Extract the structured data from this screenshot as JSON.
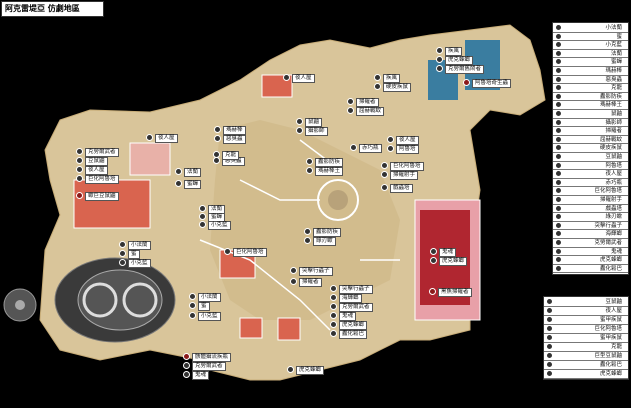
{
  "title": "阿克雷堤亞 仿劇地區",
  "colors": {
    "background": "#000000",
    "terrain": "#d9c59a",
    "room": "#d9644f",
    "roomAlt": "#e8b1a8",
    "boss": "#b02630",
    "water": "#3a7da0"
  },
  "map_labels": [
    {
      "text": "夜人屋",
      "icon": "dark"
    },
    {
      "text": "疾風",
      "icon": "dark"
    },
    {
      "text": "虎克蜂螂",
      "icon": "dark"
    },
    {
      "text": "克勞爾舊鬧者",
      "icon": "dark"
    },
    {
      "text": "阿魯塔奇生蟲",
      "icon": "red"
    },
    {
      "text": "疾風",
      "icon": "dark"
    },
    {
      "text": "硬皮疾鼠",
      "icon": "dark"
    },
    {
      "text": "掃羅者",
      "icon": "dark"
    },
    {
      "text": "屈赫戰蚊",
      "icon": "dark"
    },
    {
      "text": "夜人屋",
      "icon": "dark"
    },
    {
      "text": "惡臭蟲",
      "icon": "dark"
    },
    {
      "text": "瑪赫棒",
      "icon": "dark"
    },
    {
      "text": "鼠鼬",
      "icon": "dark"
    },
    {
      "text": "攝影師",
      "icon": "dark"
    },
    {
      "text": "夜人屋",
      "icon": "dark"
    },
    {
      "text": "阿魯塔",
      "icon": "dark"
    },
    {
      "text": "克勞爾武者",
      "icon": "dark"
    },
    {
      "text": "豆鼠鼬",
      "icon": "dark"
    },
    {
      "text": "夜人屋",
      "icon": "dark"
    },
    {
      "text": "巨化阿魯塔",
      "icon": "dark"
    },
    {
      "text": "蠍巨豆鼠鼬",
      "icon": "red"
    },
    {
      "text": "惡臭蟲",
      "icon": "dark"
    },
    {
      "text": "克龍",
      "icon": "dark"
    },
    {
      "text": "赤巧瓶",
      "icon": "dark"
    },
    {
      "text": "蠹影防疾",
      "icon": "dark"
    },
    {
      "text": "瑪赫棒王",
      "icon": "dark"
    },
    {
      "text": "巨化阿魯塔",
      "icon": "dark"
    },
    {
      "text": "掃羅射手",
      "icon": "dark"
    },
    {
      "text": "法蘭",
      "icon": "dark"
    },
    {
      "text": "蜜蟬",
      "icon": "dark"
    },
    {
      "text": "戲蟲塔",
      "icon": "dark"
    },
    {
      "text": "法蘭",
      "icon": "dark"
    },
    {
      "text": "蜜蟬",
      "icon": "dark"
    },
    {
      "text": "小克藍",
      "icon": "dark"
    },
    {
      "text": "蠹影防疾",
      "icon": "dark"
    },
    {
      "text": "綠刃蠍",
      "icon": "dark"
    },
    {
      "text": "巨化阿魯塔",
      "icon": "dark"
    },
    {
      "text": "小法蘭",
      "icon": "dark"
    },
    {
      "text": "蜜",
      "icon": "dark"
    },
    {
      "text": "小克藍",
      "icon": "dark"
    },
    {
      "text": "鬼魂",
      "icon": "dark"
    },
    {
      "text": "虎克蜂螂",
      "icon": "dark"
    },
    {
      "text": "突擊行蟲子",
      "icon": "dark"
    },
    {
      "text": "掃羅者",
      "icon": "dark"
    },
    {
      "text": "突擊行蟲子",
      "icon": "dark"
    },
    {
      "text": "海輝螂",
      "icon": "dark"
    },
    {
      "text": "克勞爾武者",
      "icon": "dark"
    },
    {
      "text": "鬼魂",
      "icon": "dark"
    },
    {
      "text": "虎克蜂螂",
      "icon": "dark"
    },
    {
      "text": "蠹化鬆巴",
      "icon": "dark"
    },
    {
      "text": "黑魚掃羅者",
      "icon": "red"
    },
    {
      "text": "小法蘭",
      "icon": "dark"
    },
    {
      "text": "蜜",
      "icon": "dark"
    },
    {
      "text": "小克藍",
      "icon": "dark"
    },
    {
      "text": "骸體攝流疾瓶",
      "icon": "red"
    },
    {
      "text": "克勞爾武者",
      "icon": "dark"
    },
    {
      "text": "鬼魂",
      "icon": "dark"
    },
    {
      "text": "虎克蜂螂",
      "icon": "dark"
    }
  ],
  "legend_top": [
    "小法蘭",
    "蜜",
    "小克藍",
    "法蘭",
    "蜜蟬",
    "瑪赫棒",
    "惡臭蟲",
    "克龍",
    "蠹影防疾",
    "瑪赫棒王",
    "鼠鼬",
    "攝影師",
    "掃羅者",
    "屈赫戰蚊",
    "硬皮疾鼠",
    "豆鼠鼬",
    "阿魯塔",
    "夜人屋",
    "赤巧瓶",
    "巨化阿魯塔",
    "掃羅射手",
    "戲蟲塔",
    "綠刃蠍",
    "突擊行蟲子",
    "海輝螂",
    "克勞爾武者",
    "鬼魂",
    "虎克蜂螂",
    "蠹化鬆巴"
  ],
  "legend_bottom": [
    "豆鼠鼬",
    "夜人屋",
    "蜜甲疾鼠",
    "巨化阿魯塔",
    "蜜甲疾鼠",
    "克龍",
    "巨型豆鼠鼬",
    "蠹化鬆巴",
    "虎克蜂螂"
  ]
}
